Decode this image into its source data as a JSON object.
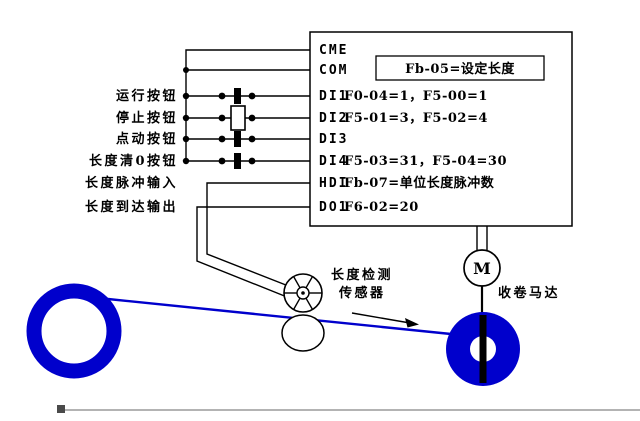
{
  "colors": {
    "blue": "#0000cc",
    "wire": "#000000"
  },
  "terminals": [
    "CME",
    "COM",
    "DI1",
    "DI2",
    "DI3",
    "DI4",
    "HDI",
    "DO1"
  ],
  "params": {
    "length_setting": "Fb-05=设定长度",
    "di1": "F0-04=1，F5-00=1",
    "di2": "F5-01=3，F5-02=4",
    "di4": "F5-03=31，F5-04=30",
    "hdi": "Fb-07=单位长度脉冲数",
    "do1": "F6-02=20"
  },
  "left_labels": [
    "运行按钮",
    "停止按钮",
    "点动按钮",
    "长度清0按钮",
    "长度脉冲输入",
    "长度到达输出"
  ],
  "sensor": {
    "label_line1": "长度检测",
    "label_line2": "传感器"
  },
  "motor": {
    "letter": "M",
    "label": "收卷马达"
  }
}
